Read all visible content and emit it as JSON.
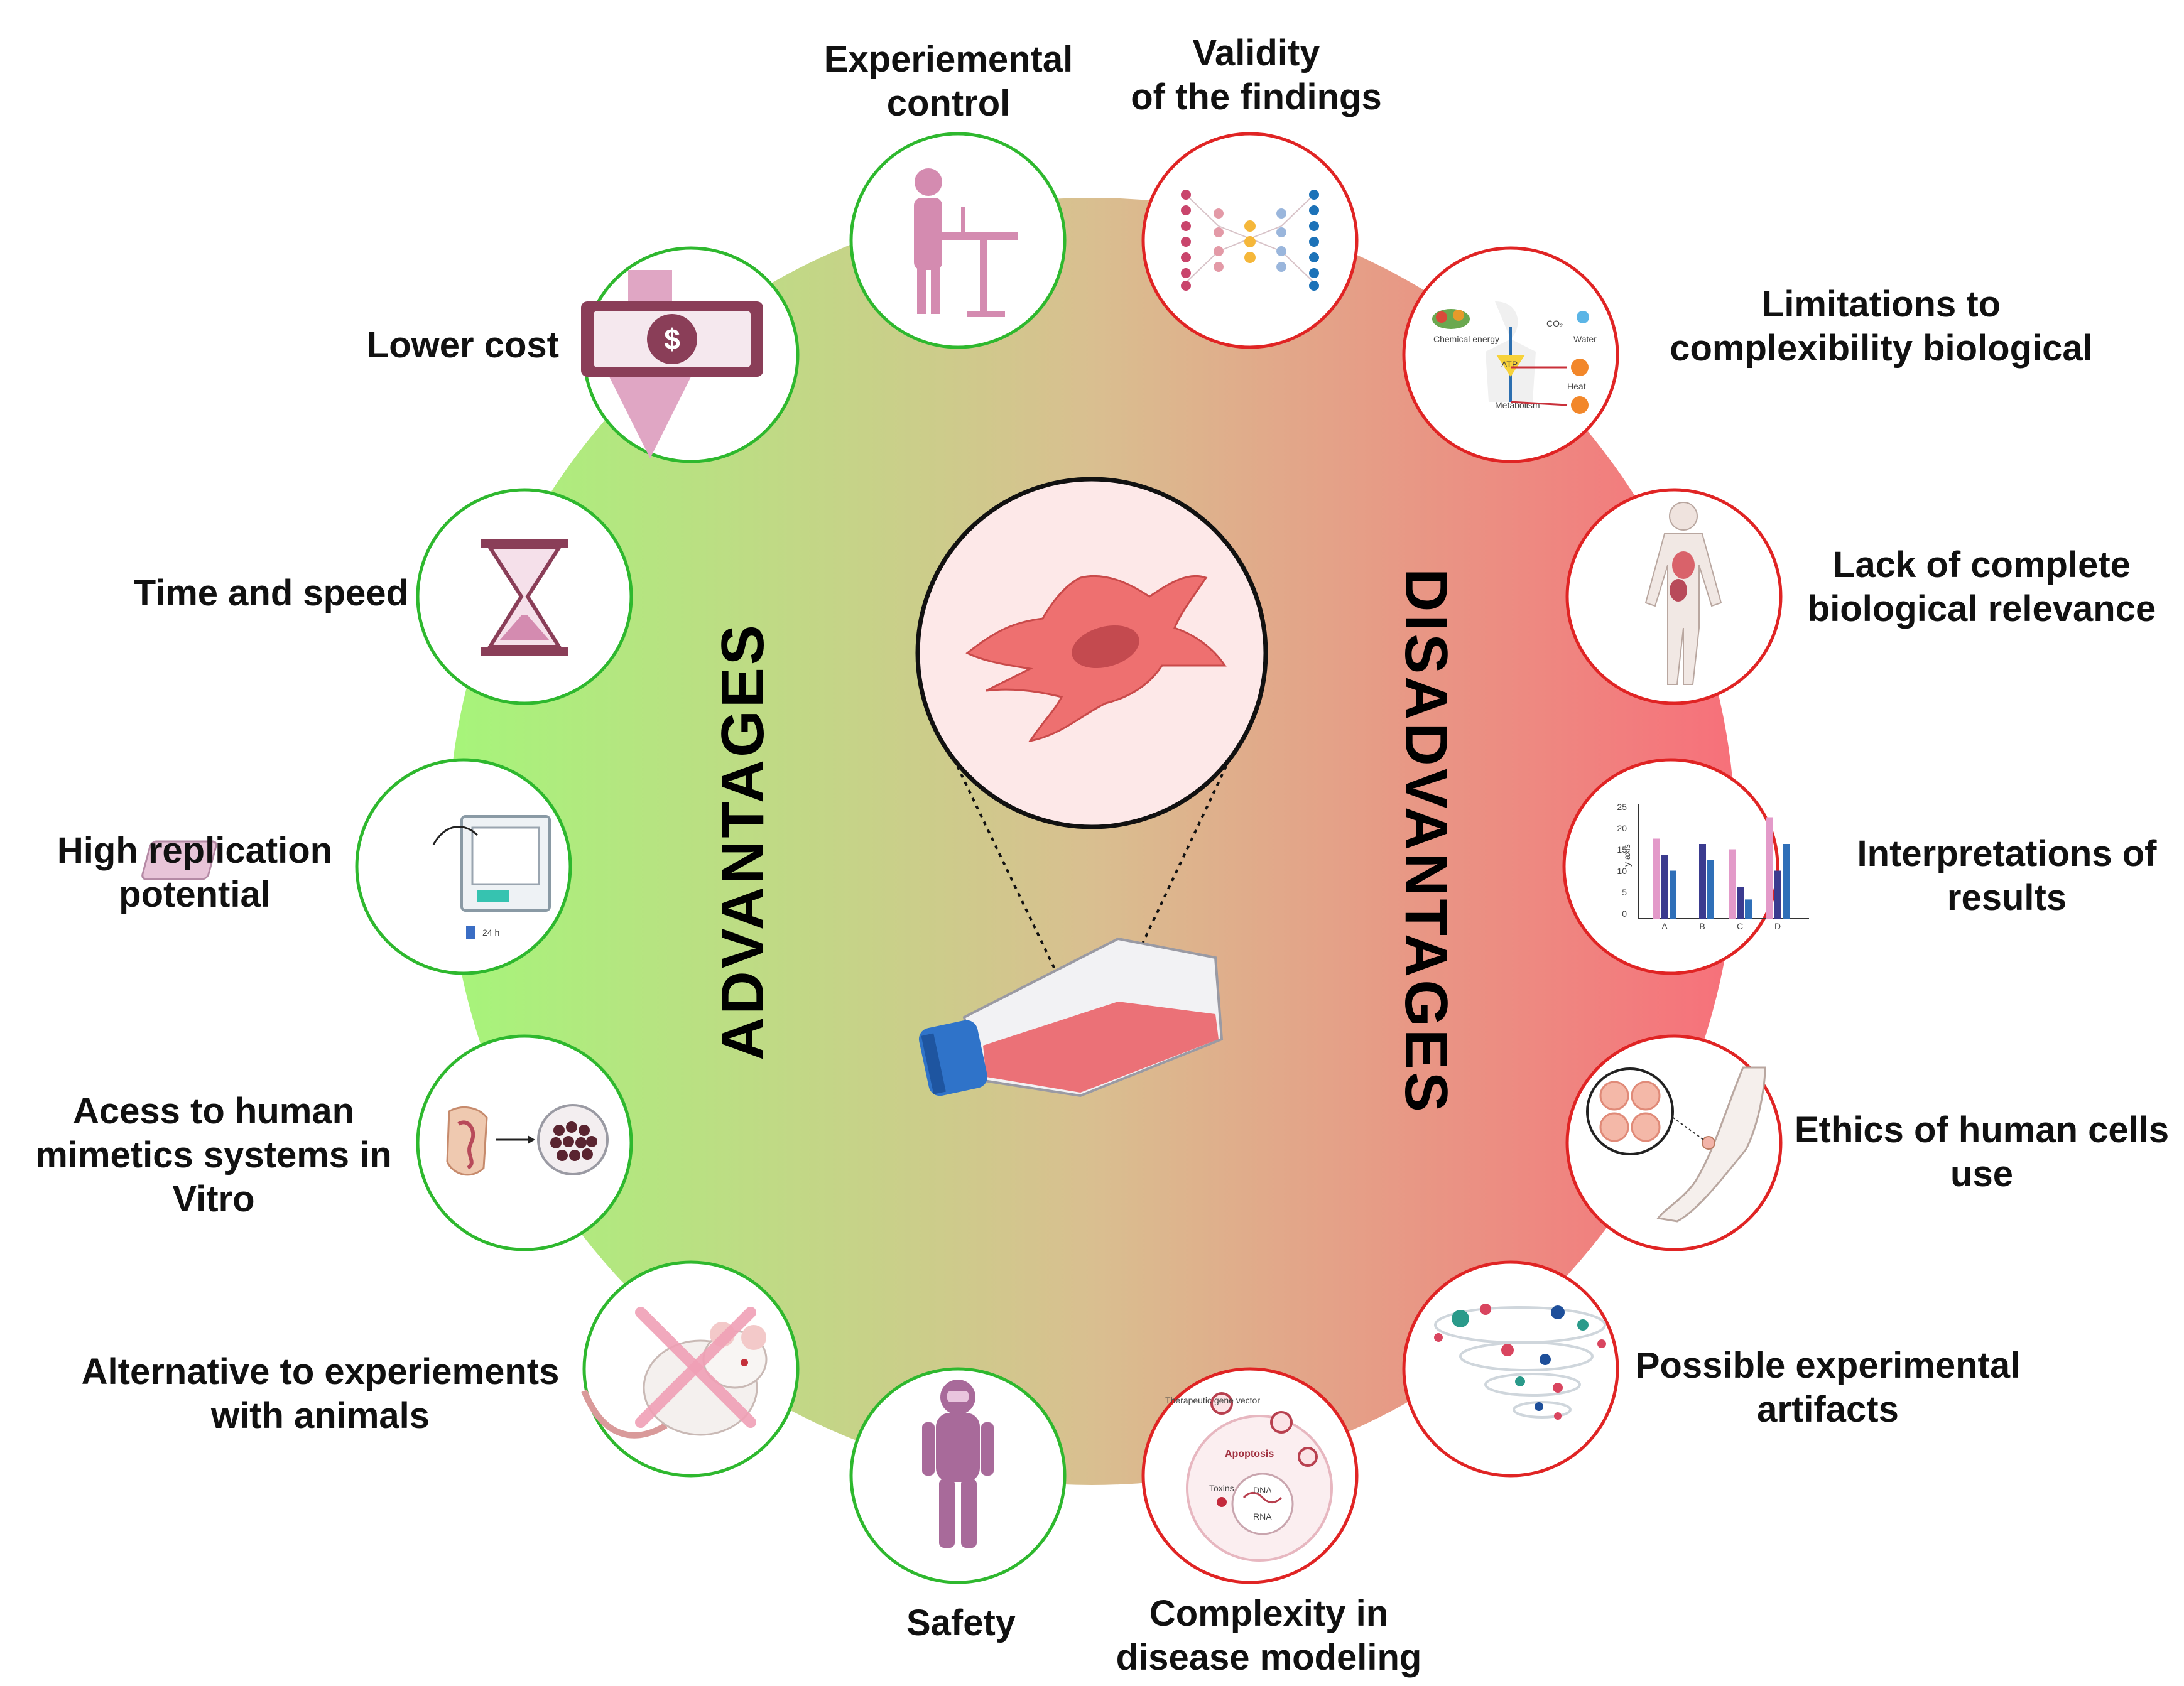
{
  "center": {
    "left_title": "ADVANTAGES",
    "right_title": "DISADVANTAGES"
  },
  "colors": {
    "advantage_ring": "#2eb82e",
    "disadvantage_ring": "#e02424",
    "gradient_left": "#a6f57a",
    "gradient_mid": "#d9bf90",
    "gradient_right": "#f7707a",
    "icon_pink": "#d48bb0",
    "cell_fill": "#ee7070"
  },
  "advantages": [
    {
      "line1": "Experiemental",
      "line2": "control",
      "icon": "scientist-at-bench-icon"
    },
    {
      "line1": "Lower cost",
      "line2": "",
      "icon": "money-down-arrow-icon"
    },
    {
      "line1": "Time and speed",
      "line2": "",
      "icon": "hourglass-icon"
    },
    {
      "line1": "High replication",
      "line2": "potential",
      "icon": "incubator-plate-icon"
    },
    {
      "line1": "Acess to human",
      "line2": "mimetics systems in",
      "line3": "Vitro",
      "icon": "organoid-dish-icon"
    },
    {
      "line1": "Alternative to experiements",
      "line2": "with animals",
      "icon": "crossed-rat-icon"
    },
    {
      "line1": "Safety",
      "line2": "",
      "icon": "hazmat-suit-icon"
    }
  ],
  "disadvantages": [
    {
      "line1": "Validity",
      "line2": "of the findings",
      "icon": "network-icon"
    },
    {
      "line1": "Limitations to",
      "line2": "complexibility biological",
      "icon": "metabolism-icon"
    },
    {
      "line1": "Lack of complete",
      "line2": "biological relevance",
      "icon": "human-body-icon"
    },
    {
      "line1": "Interpretations of",
      "line2": "results",
      "icon": "bar-chart-icon"
    },
    {
      "line1": "Ethics of human cells",
      "line2": "use",
      "icon": "arm-cells-icon"
    },
    {
      "line1": "Possible experimental",
      "line2": "artifacts",
      "icon": "tornado-particles-icon"
    },
    {
      "line1": "Complexity in",
      "line2": "disease modeling",
      "icon": "apoptosis-icon"
    }
  ],
  "icon_text": {
    "incubator_time": "24 h",
    "metabolism_chemical": "Chemical energy",
    "metabolism_atp": "ATP",
    "metabolism_water": "Water",
    "metabolism_co2": "CO₂",
    "metabolism_heat": "Heat",
    "metabolism_label": "Metabolism",
    "chart_axis": "y axis",
    "chart_cats": [
      "A",
      "B",
      "C",
      "D"
    ],
    "chart_ticks": [
      "25",
      "20",
      "15",
      "10",
      "5",
      "0"
    ],
    "apoptosis_label": "Apoptosis",
    "apoptosis_dna": "DNA",
    "apoptosis_rna": "RNA",
    "apoptosis_toxins": "Toxins",
    "apoptosis_vector": "Therapeutic gene vector"
  }
}
